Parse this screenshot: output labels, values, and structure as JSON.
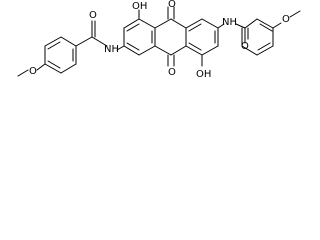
{
  "molecule": {
    "labels": {
      "carbonyl_oxygen": "O",
      "hydroxyl": "OH",
      "amide_nh": "NH",
      "ether_oxygen": "O"
    }
  }
}
